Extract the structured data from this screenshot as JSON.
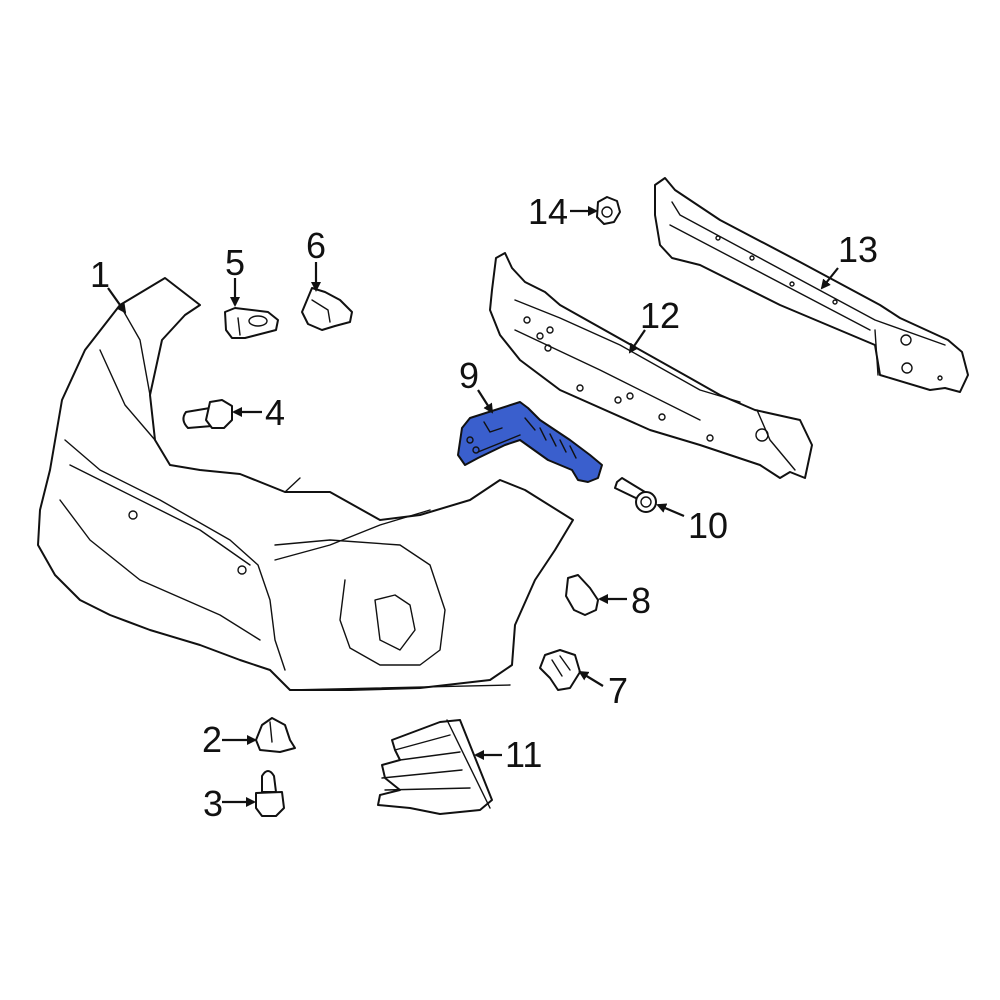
{
  "diagram": {
    "type": "exploded parts diagram",
    "subject": "Front bumper cover assembly",
    "highlight_color": "#3a5fcd",
    "line_color": "#111111",
    "background": "#ffffff",
    "highlighted_part": "9"
  },
  "callouts": [
    {
      "id": "1",
      "label": "1",
      "part": "bumper-cover"
    },
    {
      "id": "2",
      "label": "2",
      "part": "clip"
    },
    {
      "id": "3",
      "label": "3",
      "part": "bolt"
    },
    {
      "id": "4",
      "label": "4",
      "part": "bolt"
    },
    {
      "id": "5",
      "label": "5",
      "part": "retainer"
    },
    {
      "id": "6",
      "label": "6",
      "part": "bracket"
    },
    {
      "id": "7",
      "label": "7",
      "part": "clip"
    },
    {
      "id": "8",
      "label": "8",
      "part": "push-retainer"
    },
    {
      "id": "9",
      "label": "9",
      "part": "side-bracket"
    },
    {
      "id": "10",
      "label": "10",
      "part": "screw"
    },
    {
      "id": "11",
      "label": "11",
      "part": "grille-insert"
    },
    {
      "id": "12",
      "label": "12",
      "part": "energy-absorber"
    },
    {
      "id": "13",
      "label": "13",
      "part": "reinforcement-bar"
    },
    {
      "id": "14",
      "label": "14",
      "part": "nut"
    }
  ]
}
